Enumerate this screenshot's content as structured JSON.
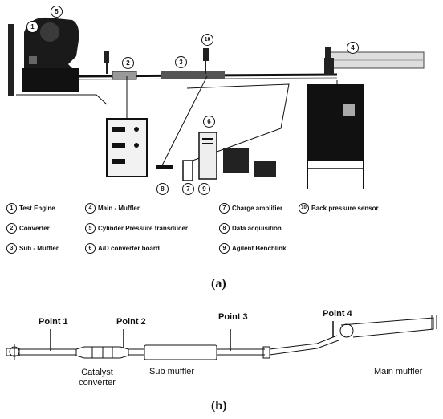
{
  "figure_a": {
    "caption": "(a)",
    "callouts": [
      "1",
      "5",
      "2",
      "3",
      "10",
      "4",
      "6",
      "8",
      "7",
      "9"
    ],
    "legend": [
      {
        "num": "1",
        "label": "Test Engine"
      },
      {
        "num": "4",
        "label": "Main - Muffler"
      },
      {
        "num": "7",
        "label": "Charge amplifier"
      },
      {
        "num": "10",
        "label": "Back pressure sensor"
      },
      {
        "num": "2",
        "label": "Converter"
      },
      {
        "num": "5",
        "label": "Cylinder Pressure transducer"
      },
      {
        "num": "8",
        "label": "Data acquisition"
      },
      {
        "num": "3",
        "label": "Sub - Muffler"
      },
      {
        "num": "6",
        "label": "A/D converter board"
      },
      {
        "num": "9",
        "label": "Agilent Benchlink"
      }
    ]
  },
  "figure_b": {
    "caption": "(b)",
    "points": [
      "Point 1",
      "Point 2",
      "Point 3",
      "Point 4"
    ],
    "components": {
      "catalyst_line1": "Catalyst",
      "catalyst_line2": "converter",
      "sub_muffler": "Sub muffler",
      "main_muffler": "Main muffler"
    }
  }
}
